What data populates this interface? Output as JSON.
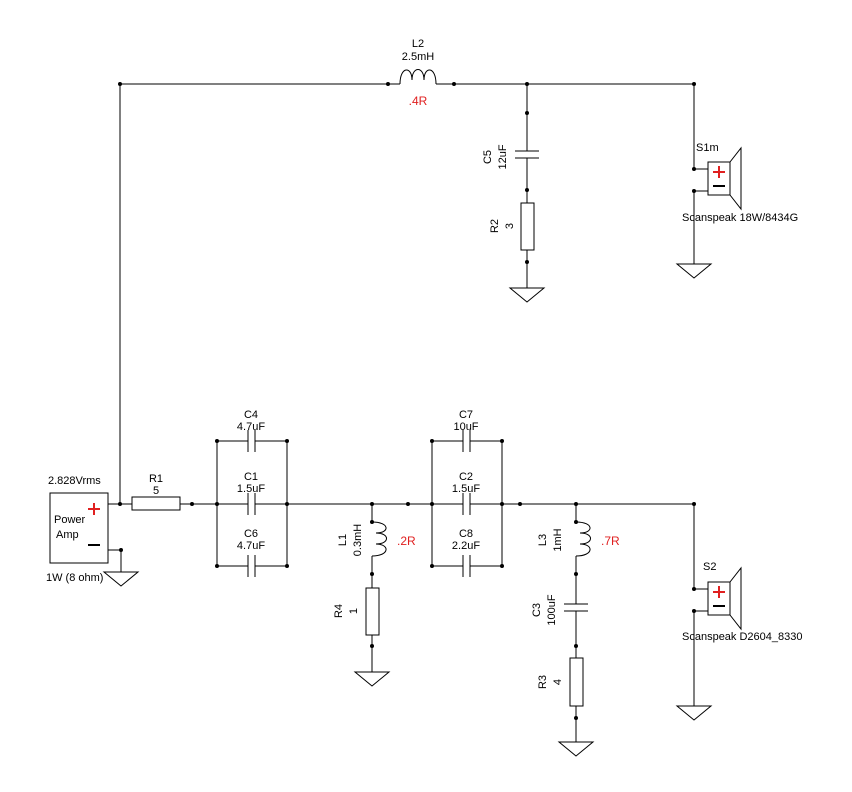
{
  "colors": {
    "wire": "#000000",
    "annotation": "#e02020",
    "background": "#ffffff"
  },
  "source": {
    "voltage": "2.828Vrms",
    "name_line1": "Power",
    "name_line2": "Amp",
    "power": "1W (8 ohm)"
  },
  "components": {
    "L2": {
      "ref": "L2",
      "value": "2.5mH",
      "resistance": ".4R"
    },
    "C5": {
      "ref": "C5",
      "value": "12uF"
    },
    "R2": {
      "ref": "R2",
      "value": "3"
    },
    "R1": {
      "ref": "R1",
      "value": "5"
    },
    "C4": {
      "ref": "C4",
      "value": "4.7uF"
    },
    "C1": {
      "ref": "C1",
      "value": "1.5uF"
    },
    "C6": {
      "ref": "C6",
      "value": "4.7uF"
    },
    "L1": {
      "ref": "L1",
      "value": "0.3mH",
      "resistance": ".2R"
    },
    "R4": {
      "ref": "R4",
      "value": "1"
    },
    "C7": {
      "ref": "C7",
      "value": "10uF"
    },
    "C2": {
      "ref": "C2",
      "value": "1.5uF"
    },
    "C8": {
      "ref": "C8",
      "value": "2.2uF"
    },
    "L3": {
      "ref": "L3",
      "value": "1mH",
      "resistance": ".7R"
    },
    "C3": {
      "ref": "C3",
      "value": "100uF"
    },
    "R3": {
      "ref": "R3",
      "value": "4"
    }
  },
  "speakers": {
    "S1m": {
      "ref": "S1m",
      "model": "Scanspeak 18W/8434G"
    },
    "S2": {
      "ref": "S2",
      "model": "Scanspeak D2604_8330"
    }
  }
}
